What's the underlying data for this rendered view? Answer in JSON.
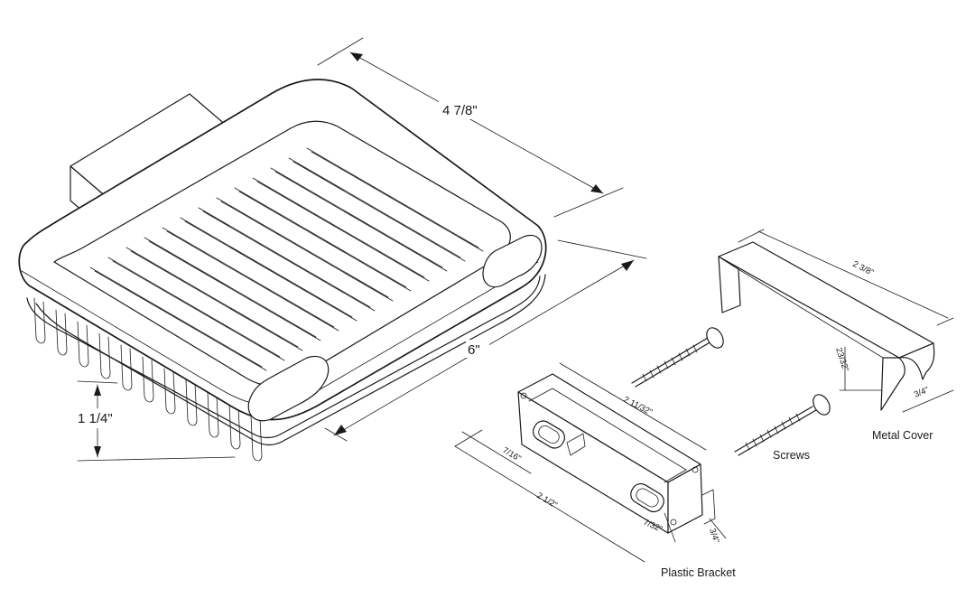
{
  "dimensions": {
    "basket_depth": "4 7/8\"",
    "basket_width": "6\"",
    "basket_height": "1 1/4\"",
    "cover_length": "2 3/8\"",
    "cover_height": "23/32\"",
    "cover_depth": "3/4\"",
    "bracket_length": "2 11/32\"",
    "bracket_slot_offset": "7/16\"",
    "bracket_overall": "2 1/2\"",
    "bracket_slot": "7/32\"",
    "bracket_height": "3/4\""
  },
  "labels": {
    "metal_cover": "Metal Cover",
    "screws": "Screws",
    "plastic_bracket": "Plastic Bracket"
  }
}
